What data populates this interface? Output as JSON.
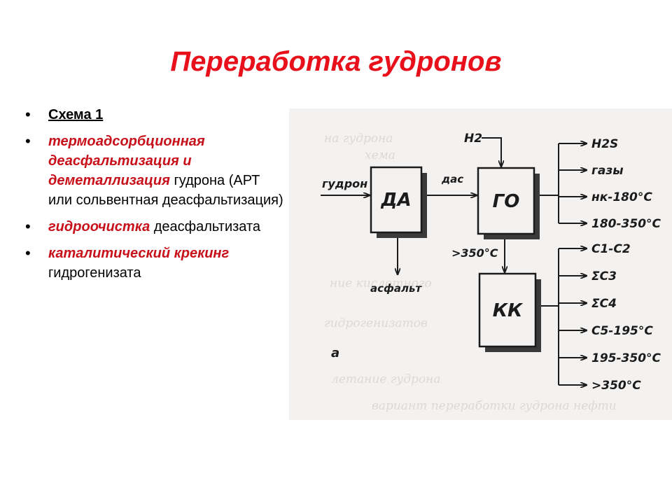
{
  "slide": {
    "title": "Переработка гудронов",
    "bullets": [
      {
        "underline": "Схема 1"
      },
      {
        "red": "термоадсорбционная деасфальтизация и деметаллизация",
        "plain": " гудрона (АРТ или сольвентная деасфальтизация)"
      },
      {
        "red": "гидроочистка",
        "plain": " деасфальтизата"
      },
      {
        "red": "каталитический крекинг",
        "plain": " гидрогенизата"
      }
    ]
  },
  "diagram": {
    "boxes": {
      "da": "ДА",
      "go": "ГО",
      "kk": "КК"
    },
    "labels": {
      "feed": "гудрон",
      "das": "дас",
      "h2": "H2",
      "asphalt": "асфальт",
      "hot_fraction": ">350°С",
      "scheme_letter": "а"
    },
    "go_products": [
      "H2S",
      "газы",
      "нк-180°С",
      "180-350°С"
    ],
    "kk_products": [
      "C1-C2",
      "ΣC3",
      "ΣC4",
      "C5-195°С",
      "195-350°С",
      ">350°С"
    ],
    "ghost_text": [
      "на гудрона",
      "хема",
      "ние кислотного",
      "гидрогенизатов",
      "летание гудрона",
      "вариант переработки гудрона нефти"
    ]
  }
}
